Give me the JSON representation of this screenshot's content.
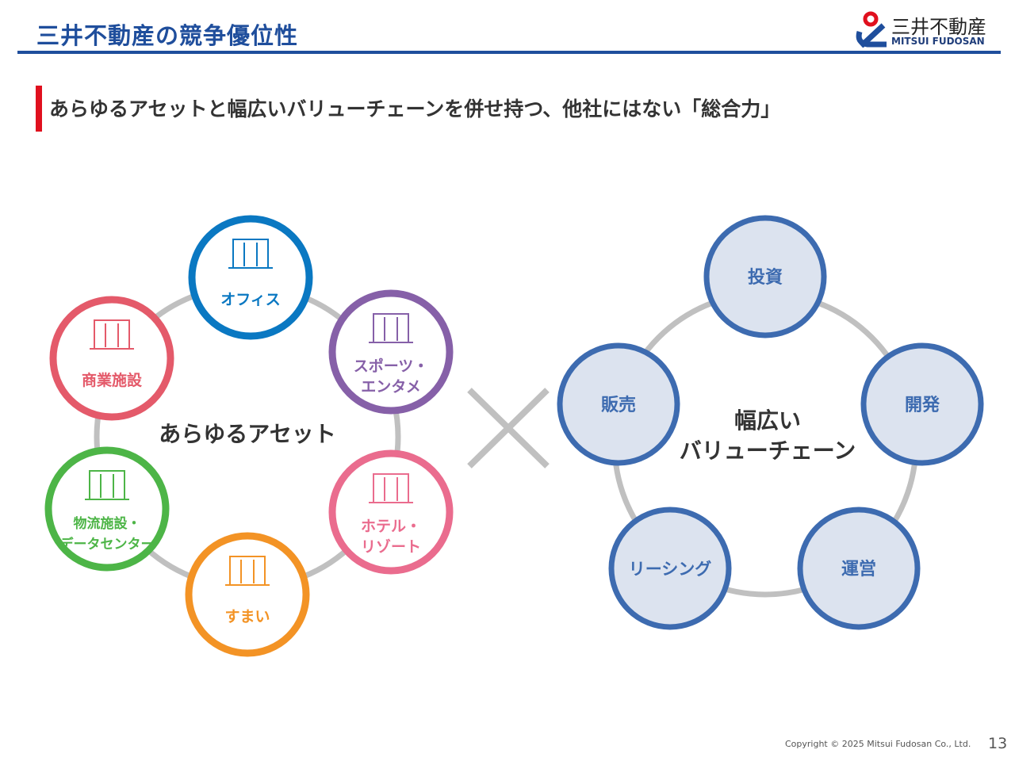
{
  "header": {
    "title": "三井不動産の競争優位性",
    "logo_jp": "三井不動産",
    "logo_en": "MITSUI FUDOSAN"
  },
  "subtitle": "あらゆるアセットと幅広いバリューチェーンを併せ持つ、他社にはない「総合力」",
  "assets": {
    "center": "あらゆるアセット",
    "items": [
      {
        "l1": "オフィス",
        "l2": "",
        "color": "#0a78c2",
        "icon": "office-building-icon"
      },
      {
        "l1": "スポーツ・",
        "l2": "エンタメ",
        "color": "#8660a8",
        "icon": "stadium-dome-icon"
      },
      {
        "l1": "ホテル・",
        "l2": "リゾート",
        "color": "#ea6c8e",
        "icon": "hotel-icon"
      },
      {
        "l1": "すまい",
        "l2": "",
        "color": "#f39325",
        "icon": "housing-icon"
      },
      {
        "l1": "物流施設・",
        "l2": "データセンター",
        "color": "#4db547",
        "icon": "warehouse-icon"
      },
      {
        "l1": "商業施設",
        "l2": "",
        "color": "#e45a6a",
        "icon": "shop-cart-icon"
      }
    ]
  },
  "value_chain": {
    "center_l1": "幅広い",
    "center_l2": "バリューチェーン",
    "items": [
      "投資",
      "開発",
      "運営",
      "リーシング",
      "販売"
    ],
    "color": "#3d6bb0",
    "fill": "#dce3ef"
  },
  "footer": {
    "copyright": "Copyright © 2025 Mitsui Fudosan Co., Ltd.",
    "page": "13"
  }
}
